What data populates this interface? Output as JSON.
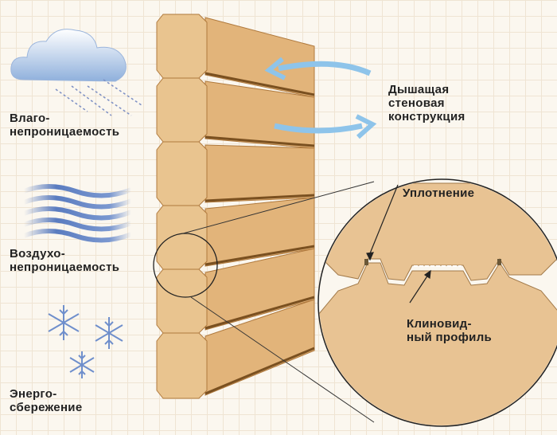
{
  "labels": {
    "moisture": [
      "Влаго-",
      "непроницаемость"
    ],
    "air": [
      "Воздухо-",
      "непроницаемость"
    ],
    "energy": [
      "Энерго-",
      "сбережение"
    ],
    "breathing": [
      "Дышащая",
      "стеновая",
      "конструкция"
    ],
    "seal": "Уплотнение",
    "profile": [
      "Клиновид-",
      "ный профиль"
    ]
  },
  "colors": {
    "wood": "#e2b47a",
    "wood_dark": "#b07a3e",
    "detail": "#e8c393",
    "air_arrow": "#8ec4ea",
    "icon_blue": "#6f8fcc"
  }
}
